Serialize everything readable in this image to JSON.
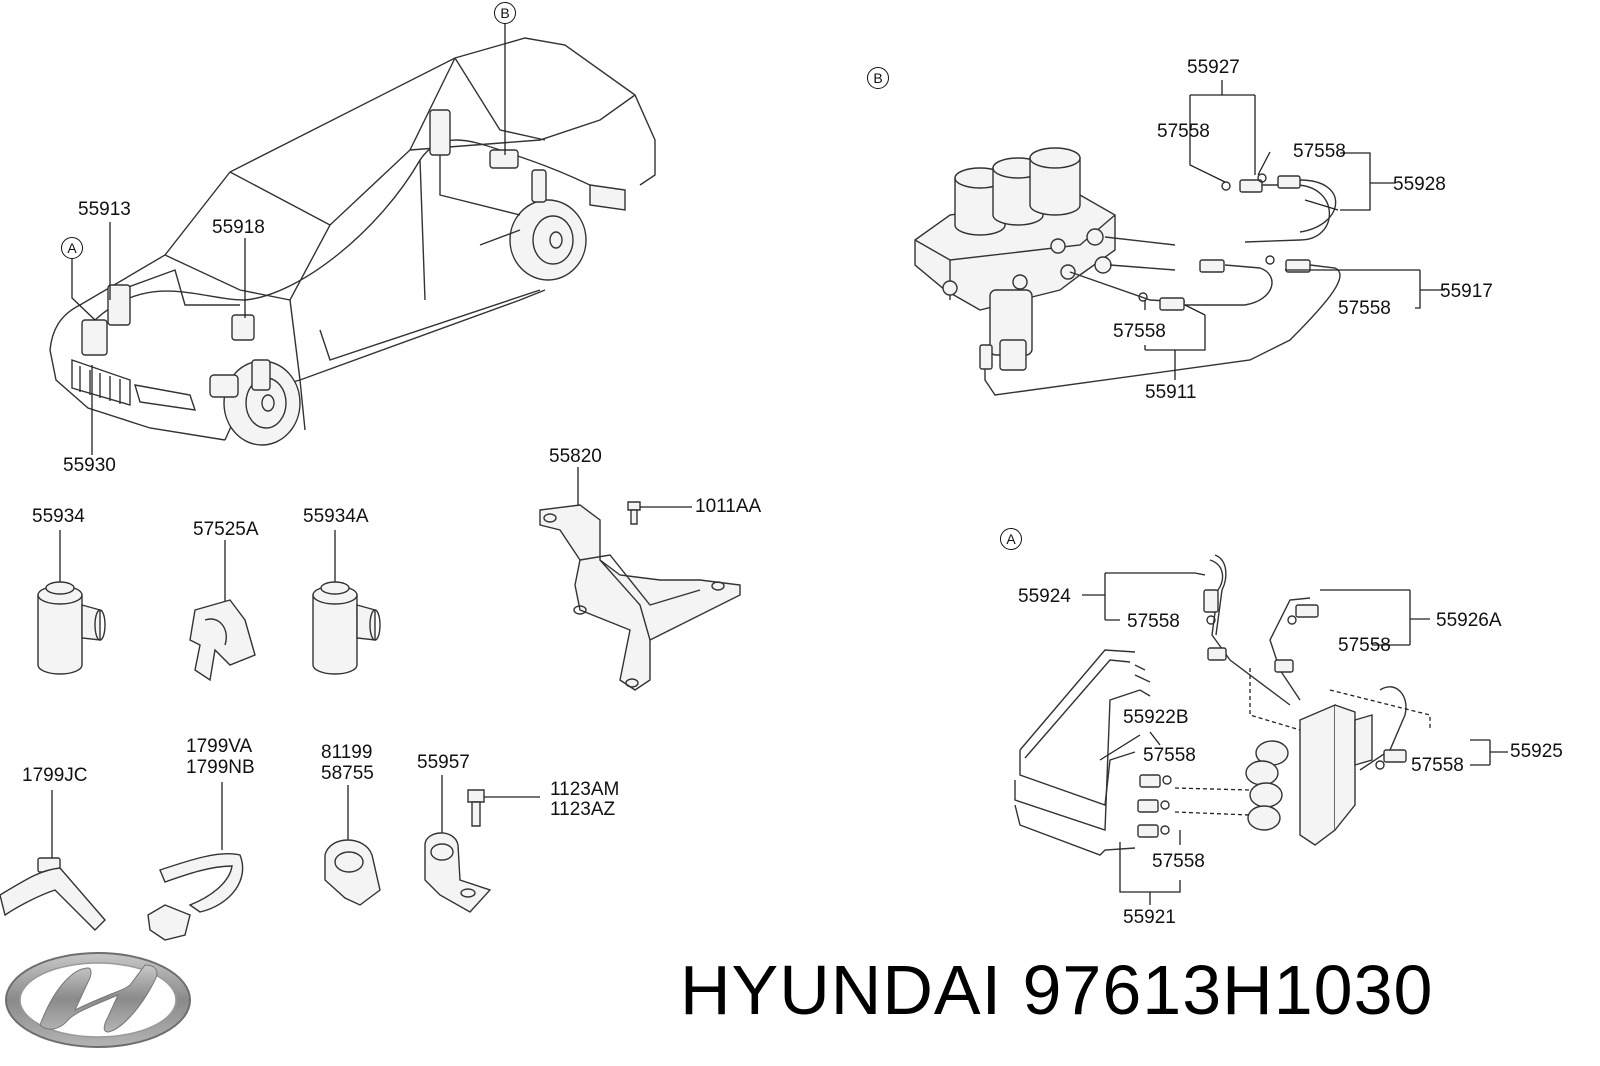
{
  "callouts": {
    "car_A": "A",
    "car_B": "B",
    "section_A": "A",
    "section_B": "B"
  },
  "labels": {
    "p55913": "55913",
    "p55918": "55918",
    "p55930": "55930",
    "p55927": "55927",
    "p57558_b1": "57558",
    "p57558_b2": "57558",
    "p55928": "55928",
    "p55917": "55917",
    "p57558_b3": "57558",
    "p57558_b4": "57558",
    "p55911": "55911",
    "p55820": "55820",
    "p1011AA": "1011AA",
    "p55934": "55934",
    "p57525A": "57525A",
    "p55934A": "55934A",
    "p1799JC": "1799JC",
    "p1799VA": "1799VA",
    "p1799NB": "1799NB",
    "p81199": "81199",
    "p58755": "58755",
    "p55957": "55957",
    "p1123AM": "1123AM",
    "p1123AZ": "1123AZ",
    "p55924": "55924",
    "p57558_a1": "57558",
    "p55926A": "55926A",
    "p57558_a2": "57558",
    "p55922B": "55922B",
    "p57558_a3": "57558",
    "p55925": "55925",
    "p57558_a4": "57558",
    "p57558_a5": "57558",
    "p55921": "55921"
  },
  "footer": {
    "brand_name": "HYUNDAI",
    "part_number": "97613H1030",
    "logo_icon": "hyundai-logo"
  },
  "colors": {
    "line": "#222222",
    "text": "#111111",
    "logo": "#8c8c8c"
  }
}
